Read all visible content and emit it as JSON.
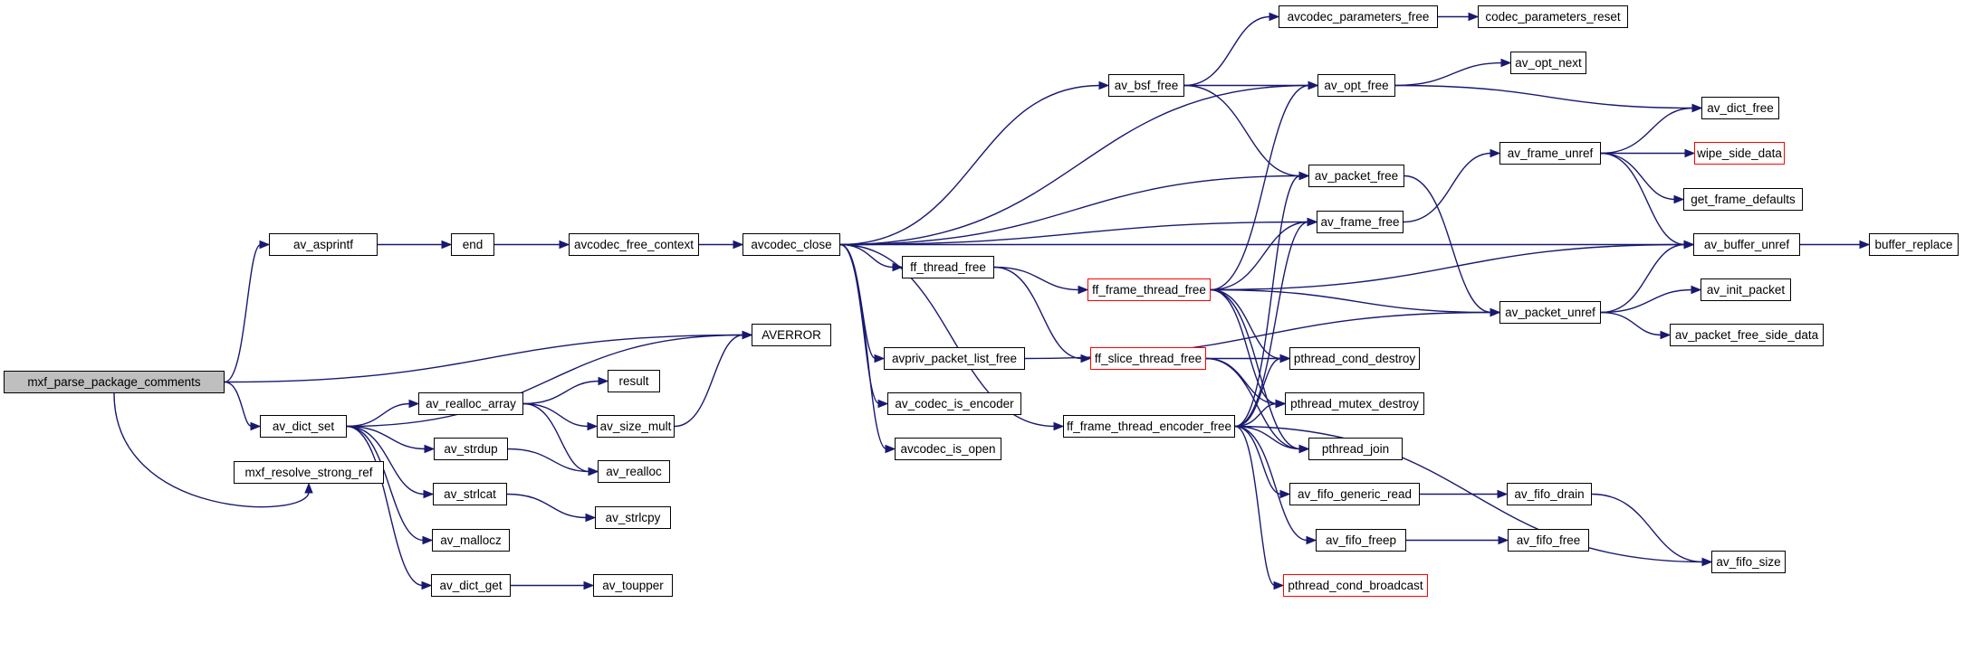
{
  "graph": {
    "edge_color": "#191970",
    "root_fill": "#bfbfbf",
    "truncated_border": "#ff0000",
    "nodes": {
      "mxf_parse_package_comments": "mxf_parse_package_comments",
      "av_asprintf": "av_asprintf",
      "end": "end",
      "avcodec_free_context": "avcodec_free_context",
      "avcodec_close": "avcodec_close",
      "av_bsf_free": "av_bsf_free",
      "avcodec_parameters_free": "avcodec_parameters_free",
      "codec_parameters_reset": "codec_parameters_reset",
      "av_opt_free": "av_opt_free",
      "av_opt_next": "av_opt_next",
      "av_dict_free": "av_dict_free",
      "av_packet_free": "av_packet_free",
      "av_frame_unref": "av_frame_unref",
      "wipe_side_data": "wipe_side_data",
      "get_frame_defaults": "get_frame_defaults",
      "av_frame_free": "av_frame_free",
      "av_buffer_unref": "av_buffer_unref",
      "buffer_replace": "buffer_replace",
      "ff_thread_free": "ff_thread_free",
      "ff_frame_thread_free": "ff_frame_thread_free",
      "av_packet_unref": "av_packet_unref",
      "av_init_packet": "av_init_packet",
      "av_packet_free_side_data": "av_packet_free_side_data",
      "AVERROR": "AVERROR",
      "avpriv_packet_list_free": "avpriv_packet_list_free",
      "ff_slice_thread_free": "ff_slice_thread_free",
      "pthread_cond_destroy": "pthread_cond_destroy",
      "av_codec_is_encoder": "av_codec_is_encoder",
      "pthread_mutex_destroy": "pthread_mutex_destroy",
      "ff_frame_thread_encoder_free": "ff_frame_thread_encoder_free",
      "avcodec_is_open": "avcodec_is_open",
      "pthread_join": "pthread_join",
      "av_fifo_generic_read": "av_fifo_generic_read",
      "av_fifo_drain": "av_fifo_drain",
      "av_fifo_freep": "av_fifo_freep",
      "av_fifo_free": "av_fifo_free",
      "pthread_cond_broadcast": "pthread_cond_broadcast",
      "av_fifo_size": "av_fifo_size",
      "av_dict_set": "av_dict_set",
      "av_realloc_array": "av_realloc_array",
      "result": "result",
      "av_size_mult": "av_size_mult",
      "av_strdup": "av_strdup",
      "av_realloc": "av_realloc",
      "av_strlcat": "av_strlcat",
      "av_strlcpy": "av_strlcpy",
      "av_mallocz": "av_mallocz",
      "av_dict_get": "av_dict_get",
      "av_toupper": "av_toupper",
      "mxf_resolve_strong_ref": "mxf_resolve_strong_ref"
    },
    "edges": [
      [
        "mxf_parse_package_comments",
        "av_asprintf"
      ],
      [
        "mxf_parse_package_comments",
        "AVERROR"
      ],
      [
        "mxf_parse_package_comments",
        "av_dict_set"
      ],
      [
        "mxf_parse_package_comments",
        "mxf_resolve_strong_ref"
      ],
      [
        "av_asprintf",
        "end"
      ],
      [
        "end",
        "avcodec_free_context"
      ],
      [
        "avcodec_free_context",
        "avcodec_close"
      ],
      [
        "avcodec_close",
        "av_opt_free"
      ],
      [
        "avcodec_close",
        "av_bsf_free"
      ],
      [
        "avcodec_close",
        "av_buffer_unref"
      ],
      [
        "avcodec_close",
        "av_packet_free"
      ],
      [
        "avcodec_close",
        "av_frame_free"
      ],
      [
        "avcodec_close",
        "ff_thread_free"
      ],
      [
        "avcodec_close",
        "ff_frame_thread_encoder_free"
      ],
      [
        "avcodec_close",
        "avpriv_packet_list_free"
      ],
      [
        "avcodec_close",
        "av_codec_is_encoder"
      ],
      [
        "avcodec_close",
        "avcodec_is_open"
      ],
      [
        "av_bsf_free",
        "avcodec_parameters_free"
      ],
      [
        "av_bsf_free",
        "av_opt_free"
      ],
      [
        "av_bsf_free",
        "av_packet_free"
      ],
      [
        "avcodec_parameters_free",
        "codec_parameters_reset"
      ],
      [
        "av_opt_free",
        "av_opt_next"
      ],
      [
        "av_opt_free",
        "av_dict_free"
      ],
      [
        "av_packet_free",
        "av_packet_unref"
      ],
      [
        "av_frame_free",
        "av_frame_unref"
      ],
      [
        "av_frame_unref",
        "av_dict_free"
      ],
      [
        "av_frame_unref",
        "wipe_side_data"
      ],
      [
        "av_frame_unref",
        "get_frame_defaults"
      ],
      [
        "av_frame_unref",
        "av_buffer_unref"
      ],
      [
        "av_buffer_unref",
        "buffer_replace"
      ],
      [
        "ff_thread_free",
        "ff_frame_thread_free"
      ],
      [
        "ff_thread_free",
        "ff_slice_thread_free"
      ],
      [
        "ff_frame_thread_free",
        "av_opt_free"
      ],
      [
        "ff_frame_thread_free",
        "av_frame_free"
      ],
      [
        "ff_frame_thread_free",
        "av_buffer_unref"
      ],
      [
        "ff_frame_thread_free",
        "av_packet_unref"
      ],
      [
        "ff_frame_thread_free",
        "pthread_cond_destroy"
      ],
      [
        "ff_frame_thread_free",
        "pthread_mutex_destroy"
      ],
      [
        "ff_frame_thread_free",
        "pthread_join"
      ],
      [
        "av_packet_unref",
        "av_buffer_unref"
      ],
      [
        "av_packet_unref",
        "av_init_packet"
      ],
      [
        "av_packet_unref",
        "av_packet_free_side_data"
      ],
      [
        "ff_slice_thread_free",
        "pthread_cond_destroy"
      ],
      [
        "ff_slice_thread_free",
        "pthread_mutex_destroy"
      ],
      [
        "ff_slice_thread_free",
        "pthread_join"
      ],
      [
        "avpriv_packet_list_free",
        "av_packet_unref"
      ],
      [
        "ff_frame_thread_encoder_free",
        "av_packet_free"
      ],
      [
        "ff_frame_thread_encoder_free",
        "av_frame_free"
      ],
      [
        "ff_frame_thread_encoder_free",
        "pthread_cond_destroy"
      ],
      [
        "ff_frame_thread_encoder_free",
        "pthread_mutex_destroy"
      ],
      [
        "ff_frame_thread_encoder_free",
        "pthread_join"
      ],
      [
        "ff_frame_thread_encoder_free",
        "av_fifo_generic_read"
      ],
      [
        "ff_frame_thread_encoder_free",
        "av_fifo_freep"
      ],
      [
        "ff_frame_thread_encoder_free",
        "pthread_cond_broadcast"
      ],
      [
        "ff_frame_thread_encoder_free",
        "av_fifo_size"
      ],
      [
        "av_fifo_generic_read",
        "av_fifo_drain"
      ],
      [
        "av_fifo_drain",
        "av_fifo_size"
      ],
      [
        "av_fifo_freep",
        "av_fifo_free"
      ],
      [
        "av_dict_set",
        "AVERROR"
      ],
      [
        "av_dict_set",
        "av_realloc_array"
      ],
      [
        "av_dict_set",
        "av_strdup"
      ],
      [
        "av_dict_set",
        "av_strlcat"
      ],
      [
        "av_dict_set",
        "av_mallocz"
      ],
      [
        "av_dict_set",
        "av_dict_get"
      ],
      [
        "av_realloc_array",
        "result"
      ],
      [
        "av_realloc_array",
        "av_size_mult"
      ],
      [
        "av_realloc_array",
        "av_realloc"
      ],
      [
        "av_size_mult",
        "AVERROR"
      ],
      [
        "av_strdup",
        "av_realloc"
      ],
      [
        "av_strlcat",
        "av_strlcpy"
      ],
      [
        "av_dict_get",
        "av_toupper"
      ]
    ]
  }
}
